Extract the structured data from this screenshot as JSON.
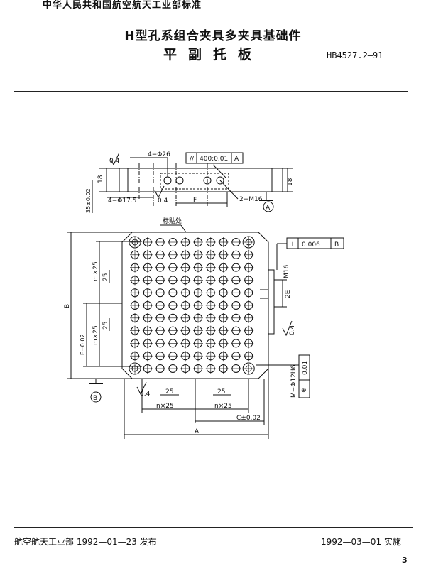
{
  "header": {
    "top_cut_line": "中华人民共和国航空航天工业部标准",
    "title_line1": "H型孔系组合夹具多夹具基础件",
    "title_line2": "平副托板",
    "standard_number": "HB4527.2—91"
  },
  "drawing": {
    "side_view": {
      "label_04": "0.4",
      "label_holes_top": "4−Φ26",
      "label_18_left": "18",
      "label_18_right": "18",
      "label_35": "35±0.02",
      "label_holes_bottom": "4−Φ17.5",
      "label_04_b": "0.4",
      "label_F": "F",
      "label_thread": "2−M16",
      "datum_A": "A",
      "tol_symbol": "//",
      "tol_value": "400:0.01",
      "tol_datum": "A"
    },
    "plan_view": {
      "mark_label": "标贴处",
      "tol_symbol": "⊥",
      "tol_value": "0.006",
      "tol_datum": "B",
      "label_m16": "M16",
      "label_2E": "2E",
      "label_04_right": "0.4",
      "label_m12": "M−Φ12H6",
      "label_pos_tol": "0.01",
      "pos_symbol": "⊕",
      "label_04_bottom": "0.4",
      "label_B": "B",
      "label_E": "E±0.02",
      "label_mx25_top": "m×25",
      "label_25_top": "25",
      "label_mx25_bot": "m×25",
      "label_25_bot": "25",
      "datum_B": "B",
      "label_25_h1": "25",
      "label_25_h2": "25",
      "label_nx25_l": "n×25",
      "label_nx25_r": "n×25",
      "label_C": "C±0.02",
      "label_A": "A"
    }
  },
  "footer": {
    "issuer": "航空航天工业部 1992—01—23 发布",
    "effective": "1992—03—01 实施",
    "page": "3"
  }
}
